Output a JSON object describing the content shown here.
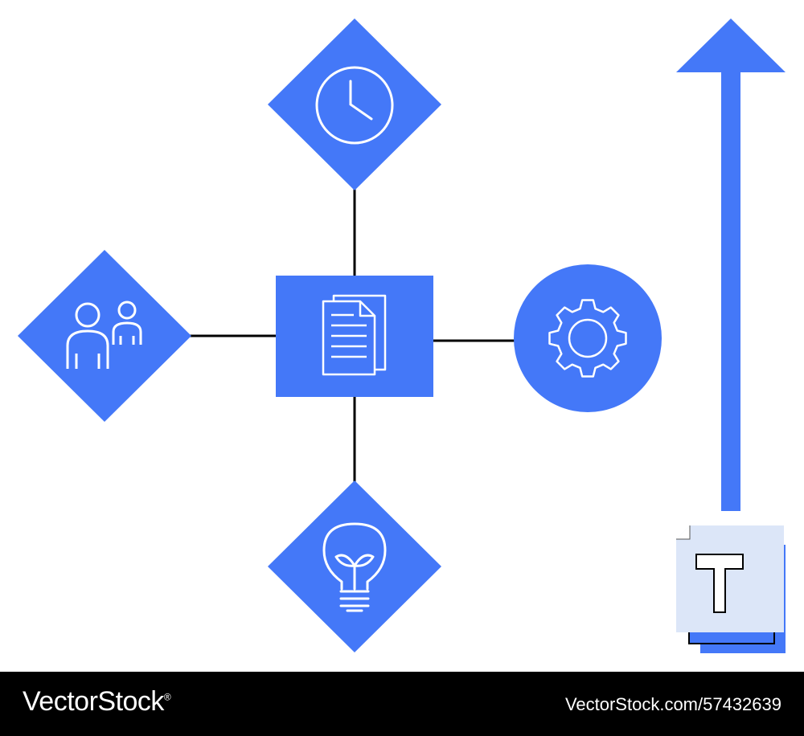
{
  "colors": {
    "accent": "#4478F8",
    "connector": "#000000",
    "icon_stroke": "#FFFFFF",
    "paper": "#DCE6F8"
  },
  "diagram": {
    "nodes": [
      {
        "id": "clock",
        "shape": "diamond",
        "icon": "clock-icon"
      },
      {
        "id": "users",
        "shape": "diamond",
        "icon": "users-icon"
      },
      {
        "id": "documents",
        "shape": "square",
        "icon": "documents-icon"
      },
      {
        "id": "settings",
        "shape": "circle",
        "icon": "gear-icon"
      },
      {
        "id": "idea",
        "shape": "diamond",
        "icon": "lightbulb-icon"
      }
    ],
    "edges": [
      [
        "documents",
        "clock"
      ],
      [
        "documents",
        "users"
      ],
      [
        "documents",
        "settings"
      ],
      [
        "documents",
        "idea"
      ]
    ],
    "side": {
      "arrow": "up-arrow-icon",
      "file_icon": "text-file-icon",
      "file_letter": "T"
    }
  },
  "footer": {
    "brand": "VectorStock",
    "registered_mark": "®",
    "stock_id": "VectorStock.com/57432639"
  }
}
